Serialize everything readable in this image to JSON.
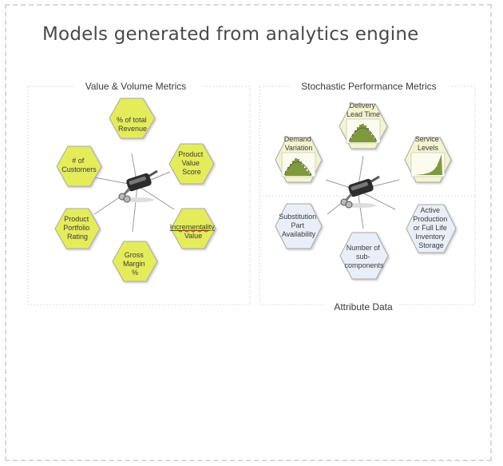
{
  "title": "Models generated from analytics engine",
  "left_panel": {
    "heading": "Value & Volume Metrics",
    "hexes": [
      {
        "lines": [
          "% of total",
          "Revenue"
        ]
      },
      {
        "lines": [
          "# of",
          "Customers"
        ]
      },
      {
        "lines": [
          "Product",
          "Value",
          "Score"
        ]
      },
      {
        "lines": [
          "Product",
          "Portfolio",
          "Rating"
        ]
      },
      {
        "lines": [
          "Incrementality",
          "Value"
        ]
      },
      {
        "lines": [
          "Gross",
          "Margin",
          "%"
        ]
      }
    ]
  },
  "right_panel": {
    "heading": "Stochastic Performance Metrics",
    "footer": "Attribute Data",
    "hexes": [
      {
        "lines": [
          "Delivery",
          "Lead Time"
        ]
      },
      {
        "lines": [
          "Demand",
          "Variation"
        ]
      },
      {
        "lines": [
          "Service",
          "Levels"
        ]
      },
      {
        "lines": [
          "Substitution",
          "Part",
          "Availability"
        ]
      },
      {
        "lines": [
          "Active",
          "Production",
          "or Full Life",
          "Inventory",
          "Storage"
        ]
      },
      {
        "lines": [
          "Number of",
          "sub-",
          "components"
        ]
      }
    ]
  },
  "colors": {
    "yellow_hex": "#e4ec5a",
    "pale_yellow_hex": "#f4f4cf",
    "blue_hex": "#e9eff8",
    "hist_green": "#7f9a3c"
  },
  "icons": [
    "muffler-part-image",
    "muffler-part-image"
  ]
}
